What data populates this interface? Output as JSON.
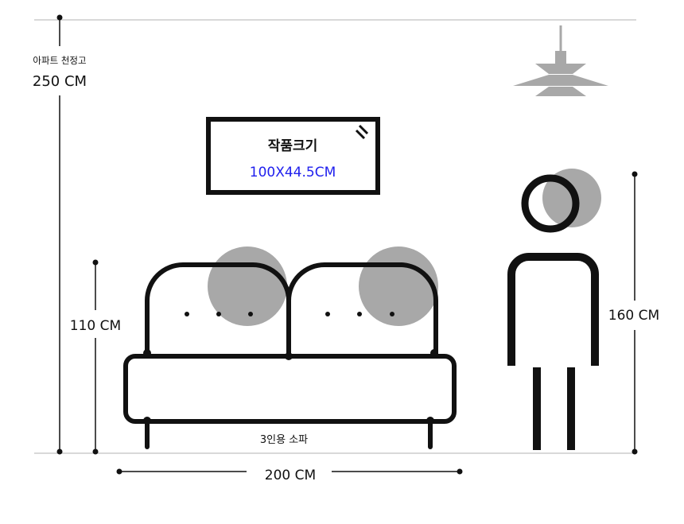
{
  "ceiling": {
    "caption": "아파트 천정고",
    "height_label": "250 CM"
  },
  "artwork": {
    "title": "작품크기",
    "size": "100X44.5CM",
    "size_color": "#2020ee"
  },
  "sofa": {
    "caption": "3인용 소파",
    "height_label": "110 CM",
    "width_label": "200 CM"
  },
  "person": {
    "height_label": "160 CM"
  },
  "colors": {
    "line": "#111111",
    "gray": "#a8a8a8",
    "guide": "#b0b0b0"
  }
}
